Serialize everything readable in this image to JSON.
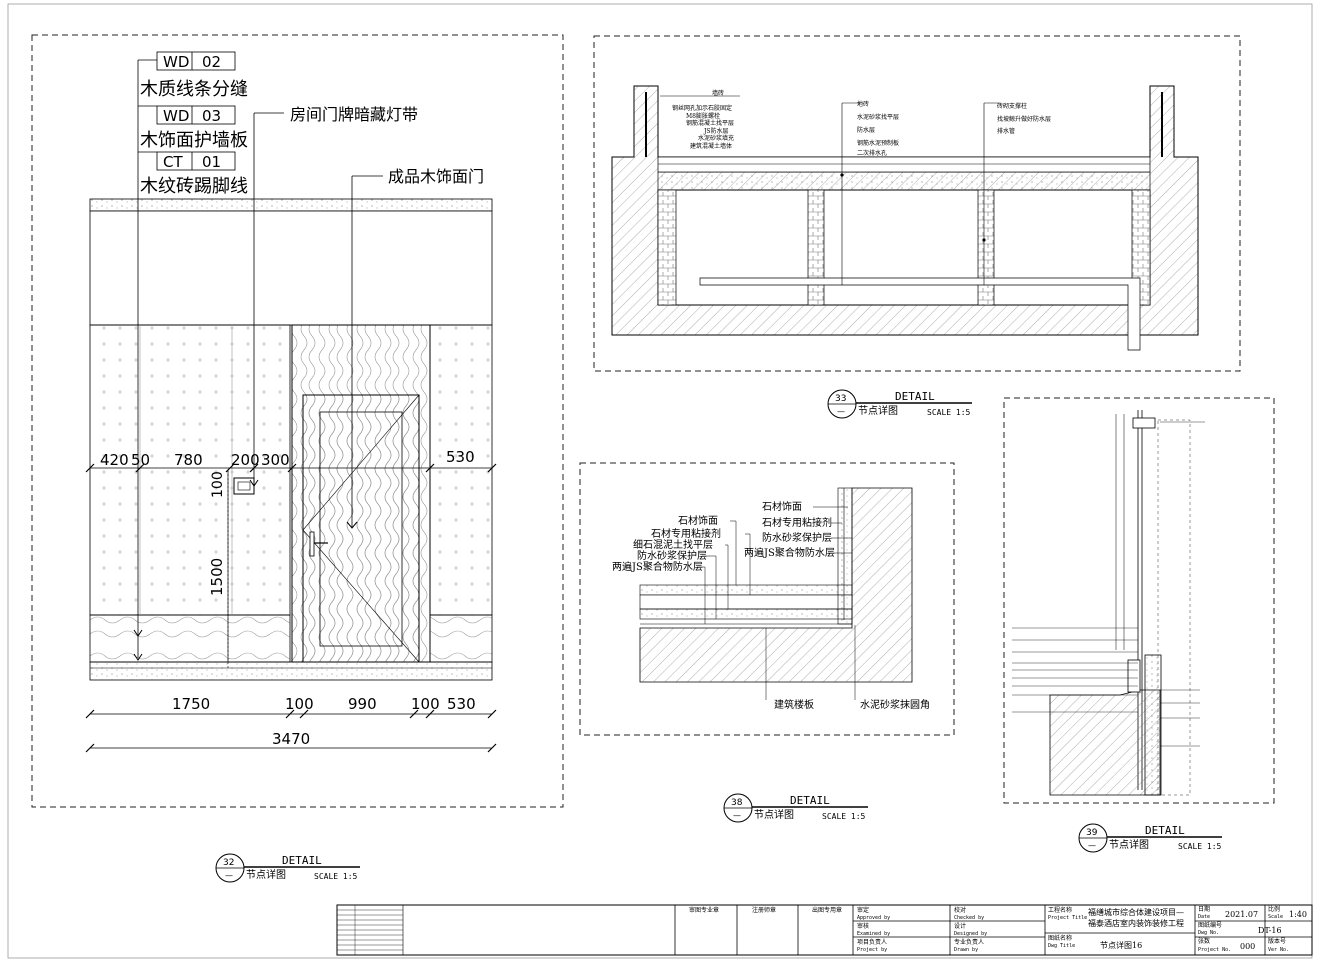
{
  "elevation": {
    "codes": [
      {
        "prefix": "WD",
        "num": "02",
        "desc": "木质线条分缝"
      },
      {
        "prefix": "WD",
        "num": "03",
        "desc": "木饰面护墙板"
      },
      {
        "prefix": "CT",
        "num": "01",
        "desc": "木纹砖踢脚线"
      }
    ],
    "label_light": "房间门牌暗藏灯带",
    "label_door": "成品木饰面门",
    "dims_top": [
      "420",
      "50",
      "780",
      "200",
      "300",
      "530"
    ],
    "dim_100_v": "100",
    "dim_1500_v": "1500",
    "dims_bottom": [
      "1750",
      "100",
      "990",
      "100",
      "530"
    ],
    "dim_total": "3470"
  },
  "details": {
    "d32": {
      "num": "32",
      "sub": "—",
      "title": "DETAIL",
      "name": "节点详图",
      "scale": "SCALE 1:5"
    },
    "d33": {
      "num": "33",
      "sub": "—",
      "title": "DETAIL",
      "name": "节点详图",
      "scale": "SCALE 1:5"
    },
    "d38": {
      "num": "38",
      "sub": "—",
      "title": "DETAIL",
      "name": "节点详图",
      "scale": "SCALE 1:5"
    },
    "d39": {
      "num": "39",
      "sub": "—",
      "title": "DETAIL",
      "name": "节点详图",
      "scale": "SCALE 1:5"
    }
  },
  "pool": {
    "left_labels": [
      "墙砖",
      "钢丝网孔加示石胶固定",
      "M8膨胀螺栓",
      "钢筋混凝土找平层",
      "JS防水层",
      "水泥砂浆填充",
      "建筑混凝土墙体"
    ],
    "mid_labels": [
      "地砖",
      "水泥砂浆找平层",
      "防水层",
      "钢筋水泥预制板",
      "二次排水孔"
    ],
    "right_labels": [
      "砖砌支撑柱",
      "找坡鲸升做好防水层",
      "排水管"
    ]
  },
  "floor_joint": {
    "left_labels": [
      "石材饰面",
      "石材专用粘接剂",
      "细石混泥土找平层",
      "防水砂浆保护层",
      "两遍JS聚合物防水层"
    ],
    "right_labels": [
      "石材饰面",
      "石材专用粘接剂",
      "防水砂浆保护层",
      "两遍JS聚合物防水层"
    ],
    "bottom_left": "建筑楼板",
    "bottom_right": "水泥砂浆抹圆角"
  },
  "title_block": {
    "seal1": "审图专业章",
    "seal2": "注册师章",
    "seal3": "出图专用章",
    "approved_cn": "审定",
    "approved_en": "Approved by",
    "examined_cn": "审核",
    "examined_en": "Examined by",
    "project_by_cn": "项目负责人",
    "project_by_en": "Project by",
    "checked_cn": "校对",
    "checked_en": "Checked by",
    "designed_cn": "设计",
    "designed_en": "Designed by",
    "drawn_cn": "专业负责人",
    "drawn_en": "Drawn by",
    "project_title_cn": "工程名称",
    "project_title_en": "Project Title",
    "project_name_1": "福缮城市综合体建设项目—",
    "project_name_2": "福泰酒店室内装饰装修工程",
    "dwg_title_cn": "图纸名称",
    "dwg_title_en": "Dwg Title",
    "dwg_title_value": "节点详图16",
    "date_cn": "日期",
    "date_en": "Date",
    "date_value": "2021.07",
    "scale_cn": "比例",
    "scale_en": "Scale",
    "scale_value": "1:40",
    "dwg_no_cn": "图纸编号",
    "dwg_no_en": "Dwg No.",
    "dwg_no_value": "DT-16",
    "proj_no_cn": "张数",
    "proj_no_en": "Project No.",
    "proj_no_value": "000",
    "ver_cn": "版本号",
    "ver_en": "Ver No."
  }
}
